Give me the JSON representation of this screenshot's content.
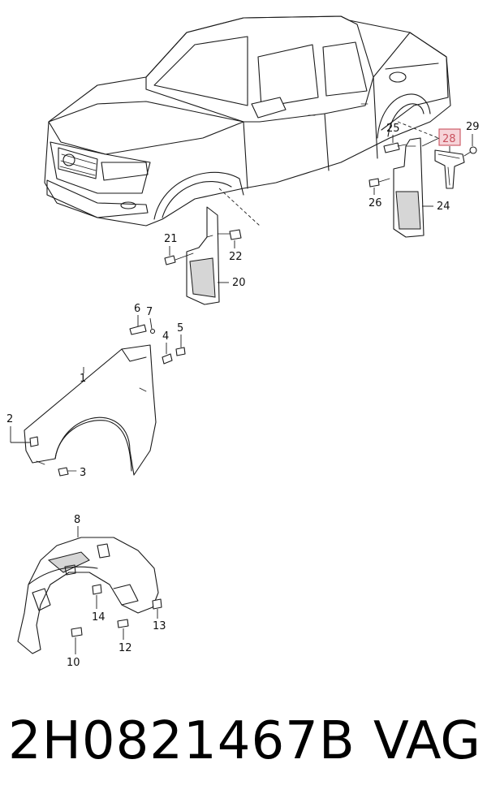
{
  "callouts": {
    "c1": "1",
    "c2": "2",
    "c3": "3",
    "c4": "4",
    "c5": "5",
    "c6": "6",
    "c7": "7",
    "c8": "8",
    "c10": "10",
    "c12": "12",
    "c13": "13",
    "c14": "14",
    "c20": "20",
    "c21": "21",
    "c22": "22",
    "c24": "24",
    "c25": "25",
    "c26": "26",
    "c28": "28",
    "c29": "29"
  },
  "highlight": {
    "part": "28",
    "color": "#c9515e",
    "fill": "#f6d4d9"
  },
  "footer": {
    "part_number": "2H0821467B",
    "brand": "VAG"
  }
}
